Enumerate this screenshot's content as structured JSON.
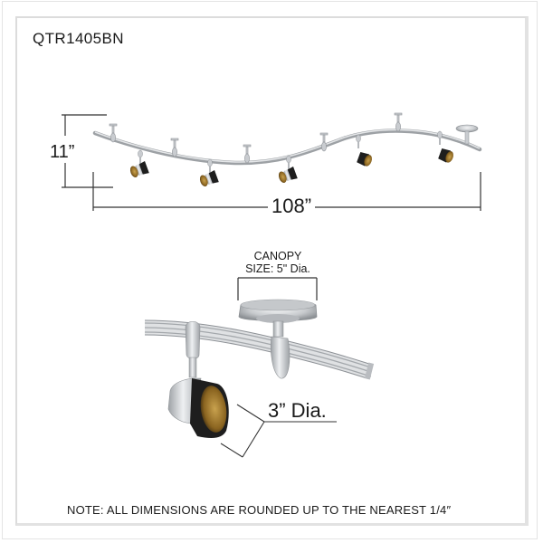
{
  "product": {
    "model": "QTR1405BN"
  },
  "overall_view": {
    "height_label": "11”",
    "width_label": "108”",
    "fixture_heads": 5,
    "rail_standoffs": 5
  },
  "detail_view": {
    "canopy_label_line1": "CANOPY",
    "canopy_label_line2": "SIZE: 5\" Dia.",
    "shade_label": "3” Dia."
  },
  "footer": {
    "note": "NOTE:  ALL DIMENSIONS ARE ROUNDED UP TO THE NEAREST  1/4″"
  },
  "colors": {
    "frame": "#dcdcdc",
    "text": "#1a1a1a",
    "metal": "#c4c6c9",
    "shade_dark": "#1e1e1e",
    "shade_inner": "#a07a2e"
  }
}
